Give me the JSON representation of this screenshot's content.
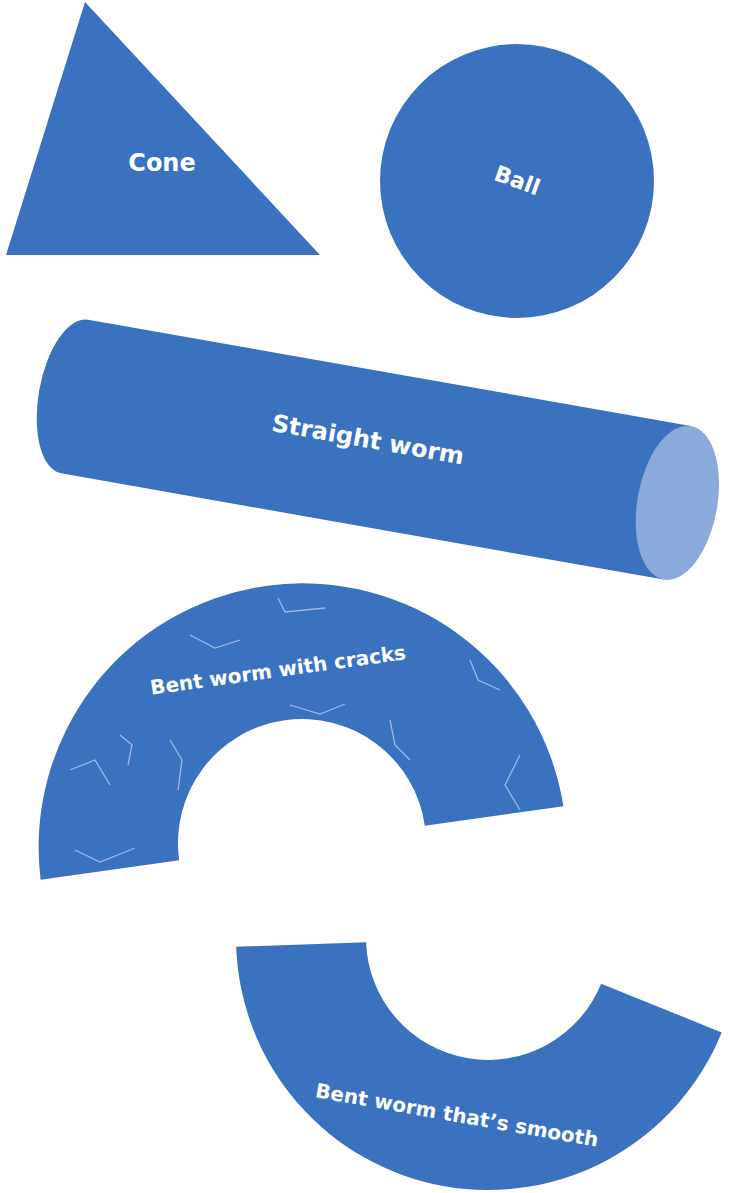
{
  "diagram": {
    "nodes": [
      {
        "text": [
          "Cone"
        ]
      },
      {
        "text": [
          "Ball"
        ]
      },
      {
        "text": [
          "Straight worm"
        ]
      },
      {
        "text": [
          "Bent worm with cracks"
        ]
      },
      {
        "text": [
          "Bent worm that’s smooth"
        ]
      }
    ]
  }
}
